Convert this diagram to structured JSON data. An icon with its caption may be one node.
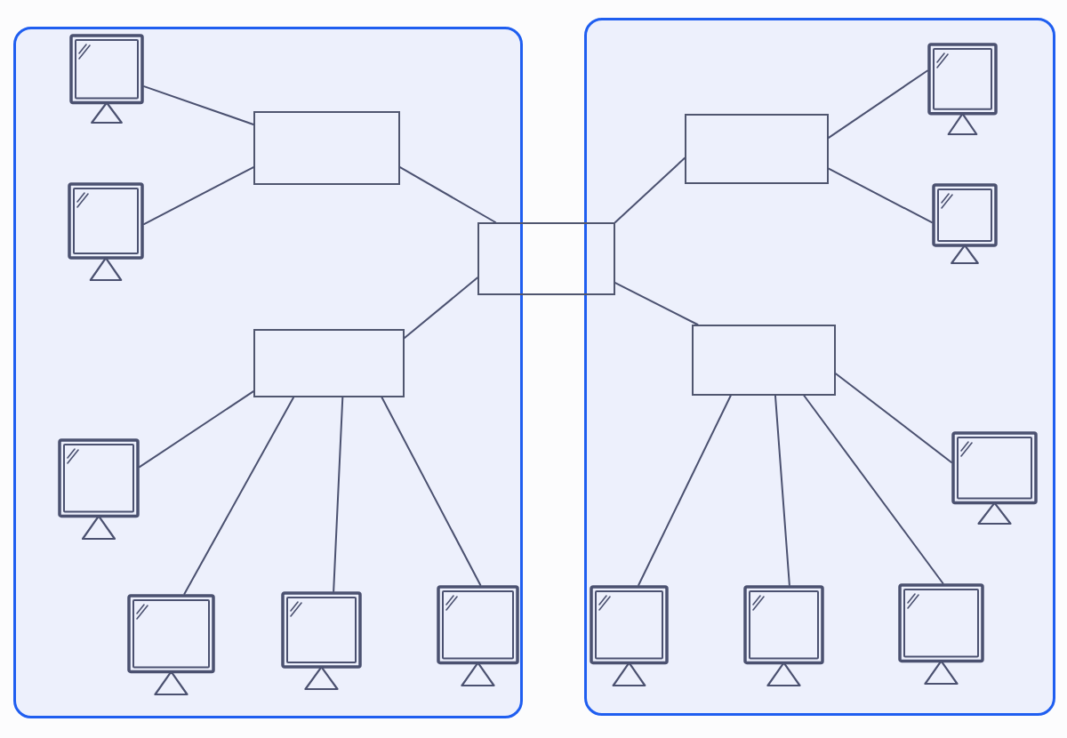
{
  "diagram": {
    "nodes": [
      {
        "text": [],
        "shape": "box"
      },
      {
        "text": [],
        "shape": "monitor",
        "in": 0
      },
      {
        "text": [],
        "shape": "monitor",
        "in": 0
      },
      {
        "text": [],
        "shape": "box",
        "in": 0
      },
      {
        "text": [],
        "shape": "box",
        "in": 0
      },
      {
        "text": [],
        "shape": "monitor",
        "in": 0
      },
      {
        "text": [],
        "shape": "monitor",
        "in": 0
      },
      {
        "text": [],
        "shape": "monitor",
        "in": 0
      },
      {
        "text": [],
        "shape": "monitor",
        "in": 0
      },
      {
        "text": [],
        "shape": "box"
      },
      {
        "text": [],
        "shape": "box",
        "in": 9
      },
      {
        "text": [],
        "shape": "monitor",
        "in": 9
      },
      {
        "text": [],
        "shape": "monitor",
        "in": 9
      },
      {
        "text": [],
        "shape": "box",
        "in": 9
      },
      {
        "text": [],
        "shape": "monitor",
        "in": 9
      },
      {
        "text": [],
        "shape": "monitor",
        "in": 9
      },
      {
        "text": [],
        "shape": "monitor",
        "in": 9
      },
      {
        "text": [],
        "shape": "monitor",
        "in": 9
      },
      {
        "text": [],
        "shape": "box"
      }
    ],
    "edges": [
      {
        "from": 1,
        "to": 3,
        "arrow": "none"
      },
      {
        "from": 2,
        "to": 3,
        "arrow": "none"
      },
      {
        "from": 3,
        "to": 18,
        "arrow": "none"
      },
      {
        "from": 4,
        "to": 18,
        "arrow": "none"
      },
      {
        "from": 5,
        "to": 4,
        "arrow": "none"
      },
      {
        "from": 6,
        "to": 4,
        "arrow": "none"
      },
      {
        "from": 7,
        "to": 4,
        "arrow": "none"
      },
      {
        "from": 8,
        "to": 4,
        "arrow": "none"
      },
      {
        "from": 18,
        "to": 10,
        "arrow": "none"
      },
      {
        "from": 18,
        "to": 13,
        "arrow": "none"
      },
      {
        "from": 10,
        "to": 11,
        "arrow": "none"
      },
      {
        "from": 10,
        "to": 12,
        "arrow": "none"
      },
      {
        "from": 13,
        "to": 14,
        "arrow": "none"
      },
      {
        "from": 13,
        "to": 15,
        "arrow": "none"
      },
      {
        "from": 13,
        "to": 16,
        "arrow": "none"
      },
      {
        "from": 13,
        "to": 17,
        "arrow": "none"
      }
    ]
  }
}
